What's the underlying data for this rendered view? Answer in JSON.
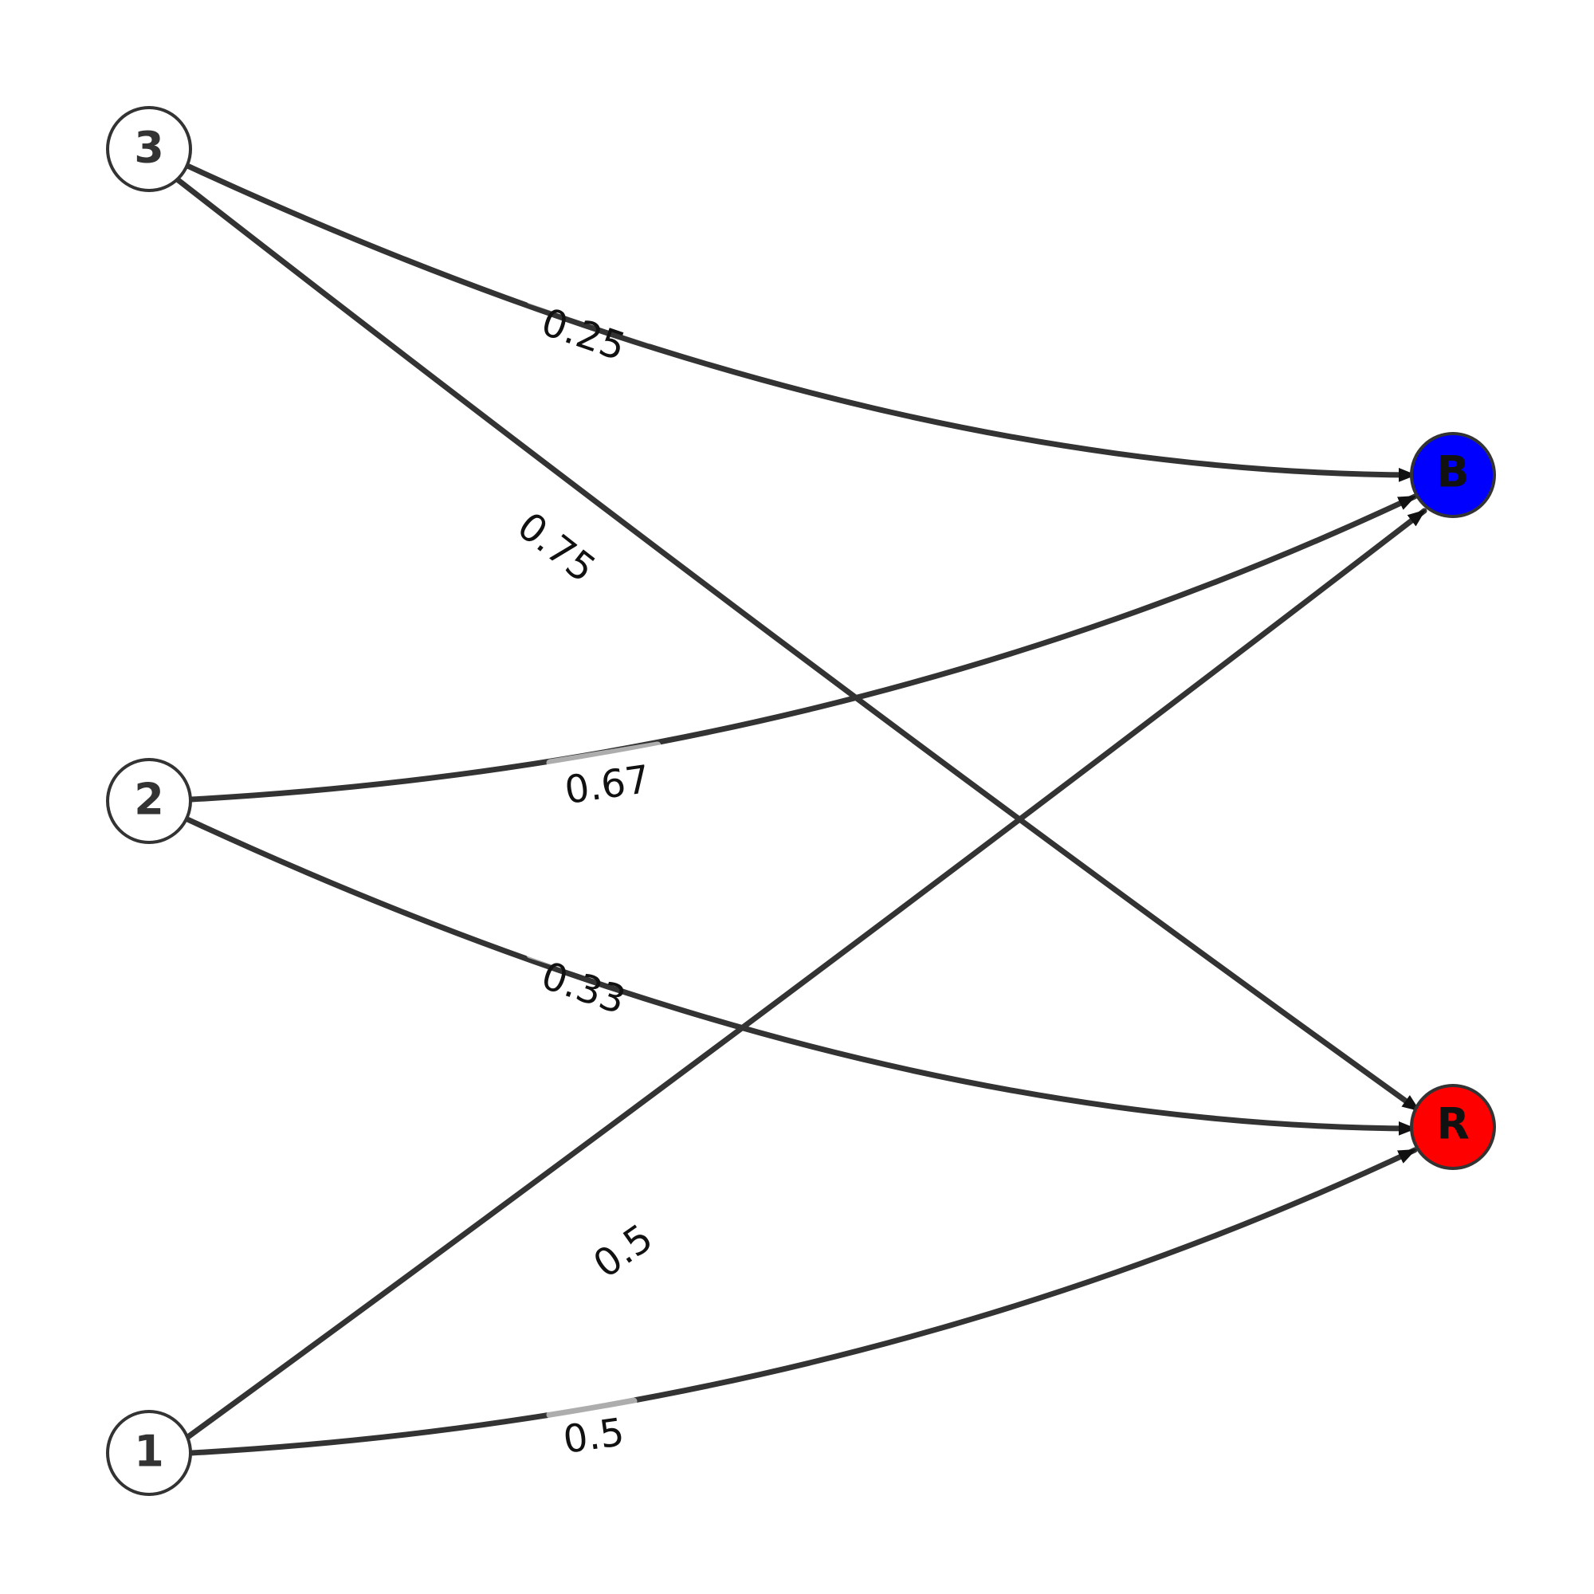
{
  "diagram": {
    "nodes": {
      "n1": {
        "label": "1",
        "fill": "#ffffff"
      },
      "n2": {
        "label": "2",
        "fill": "#ffffff"
      },
      "n3": {
        "label": "3",
        "fill": "#ffffff"
      },
      "nB": {
        "label": "B",
        "fill": "#0000ff"
      },
      "nR": {
        "label": "R",
        "fill": "#ff0000"
      }
    },
    "edges": [
      {
        "from": "3",
        "to": "B",
        "weight": "0.25"
      },
      {
        "from": "3",
        "to": "R",
        "weight": "0.75"
      },
      {
        "from": "2",
        "to": "B",
        "weight": "0.67"
      },
      {
        "from": "2",
        "to": "R",
        "weight": "0.33"
      },
      {
        "from": "1",
        "to": "B",
        "weight": "0.5"
      },
      {
        "from": "1",
        "to": "R",
        "weight": "0.5"
      }
    ],
    "colors": {
      "edge": "#333333",
      "arrowhead": "#111111",
      "node_outline": "#333333"
    }
  }
}
